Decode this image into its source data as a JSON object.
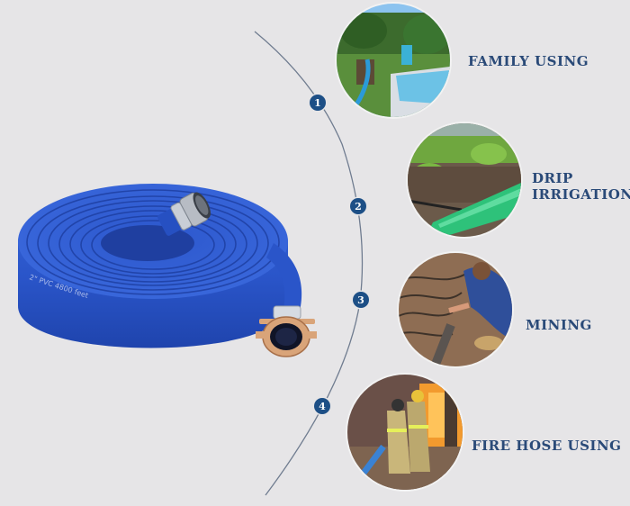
{
  "colors": {
    "background": "#e6e5e7",
    "badge": "#1d4f86",
    "label_text": "#2a4a78",
    "arc_line": "#5a6a80",
    "hose_blue": "#2a55c9",
    "hose_dark": "#1c3a9a",
    "coupling_brass": "#d9a479",
    "coupling_silver": "#b7bcc4"
  },
  "product": {
    "name": "lay-flat hose coil",
    "print_text": "2\" PVC 4800 feet"
  },
  "applications": [
    {
      "number": "1",
      "label": "FAMILY USING",
      "image": "family-pool-photo"
    },
    {
      "number": "2",
      "label_line1": "DRIP",
      "label_line2": "IRRIGATION",
      "image": "drip-irrigation-photo"
    },
    {
      "number": "3",
      "label": "MINING",
      "image": "mining-photo"
    },
    {
      "number": "4",
      "label": "FIRE HOSE USING",
      "image": "firefighter-photo"
    }
  ]
}
